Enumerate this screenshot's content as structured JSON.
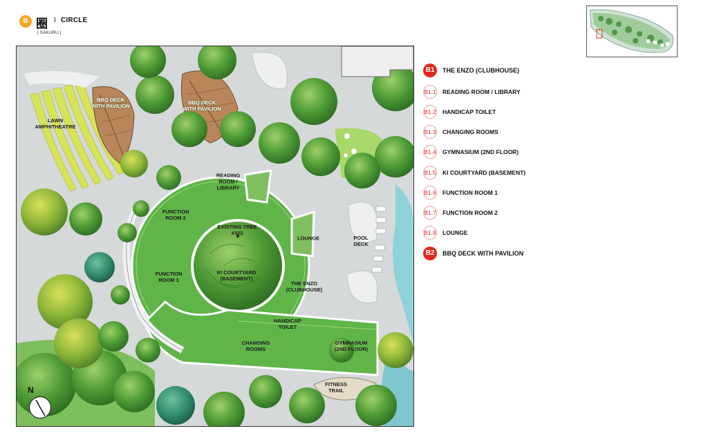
{
  "header": {
    "badge": "B",
    "kanji": "圈",
    "separator": "I",
    "title": "CIRCLE",
    "subtitle": "[ SĀKURU ]"
  },
  "north": {
    "label": "N"
  },
  "map_labels": {
    "lawn": "LAWN\nAMPHITHEATRE",
    "bbq1": "BBQ DECK\nWITH PAVILION",
    "bbq2": "BBQ DECK\nWITH PAVILION",
    "reading": "READING\nROOM /\nLIBRARY",
    "function2": "FUNCTION\nROOM 2",
    "existing_tree": "EXISTING TREE\n#323",
    "lounge": "LOUNGE",
    "pool_deck": "POOL\nDECK",
    "function1": "FUNCTION\nROOM 1",
    "ki_courtyard": "KI COURTYARD\n(BASEMENT)",
    "enzo": "THE ENZO\n(CLUBHOUSE)",
    "handicap": "HANDICAP\nTOILET",
    "changing": "CHANGING\nROOMS",
    "gymnasium": "GYMNASIUM\n(2ND FLOOR)",
    "fitness": "FITNESS\nTRAIL"
  },
  "legend": [
    {
      "code": "B1",
      "label": "THE ENZO (CLUBHOUSE)",
      "style": "solid"
    },
    {
      "code": "B1.1",
      "label": "READING ROOM / LIBRARY",
      "style": "outline"
    },
    {
      "code": "B1.2",
      "label": "HANDICAP TOILET",
      "style": "outline"
    },
    {
      "code": "B1.3",
      "label": "CHANGING ROOMS",
      "style": "outline"
    },
    {
      "code": "B1.4",
      "label": "GYMNASIUM (2ND FLOOR)",
      "style": "outline"
    },
    {
      "code": "B1.5",
      "label": "KI COURTYARD (BASEMENT)",
      "style": "outline"
    },
    {
      "code": "B1.6",
      "label": "FUNCTION ROOM 1",
      "style": "outline"
    },
    {
      "code": "B1.7",
      "label": "FUNCTION ROOM 2",
      "style": "outline"
    },
    {
      "code": "B1.8",
      "label": "LOUNGE",
      "style": "outline"
    },
    {
      "code": "B2",
      "label": "BBQ DECK WITH PAVILION",
      "style": "solid"
    }
  ],
  "colors": {
    "accent_red": "#e1271b",
    "badge_orange": "#f5a623",
    "lawn_green": "#6fbf4a",
    "tree_green": "#3f8f2e",
    "deck_brown": "#a8714a",
    "path_grey": "#cfd3d4",
    "water_blue": "#7fc6cf"
  }
}
